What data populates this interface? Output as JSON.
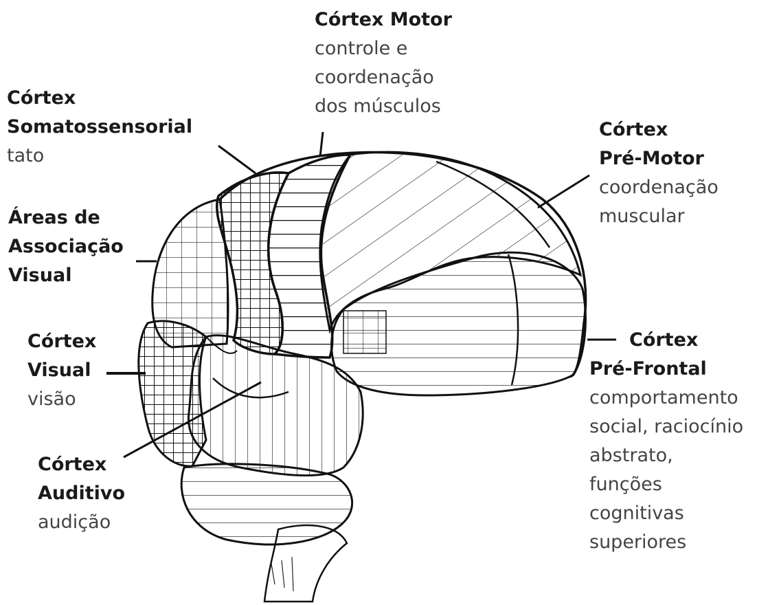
{
  "labels": {
    "motor": {
      "title": "Córtex Motor",
      "desc": [
        "controle e",
        "coordenação",
        "dos músculos"
      ]
    },
    "somato": {
      "title": [
        "Córtex",
        "Somatossensorial"
      ],
      "desc": [
        "tato"
      ]
    },
    "premotor": {
      "title": [
        "Córtex",
        "Pré-Motor"
      ],
      "desc": [
        "coordenação",
        "muscular"
      ]
    },
    "assoc": {
      "title": [
        "Áreas de",
        "Associação",
        "Visual"
      ]
    },
    "visual": {
      "title": [
        "Córtex",
        "Visual"
      ],
      "desc": [
        "visão"
      ]
    },
    "prefrontal": {
      "title": [
        "Córtex",
        "Pré-Frontal"
      ],
      "desc": [
        "comportamento",
        "social, raciocínio",
        "abstrato,",
        "funções",
        "cognitivas",
        "superiores"
      ]
    },
    "auditivo": {
      "title": [
        "Córtex",
        "Auditivo"
      ],
      "desc": [
        "audição"
      ]
    }
  }
}
